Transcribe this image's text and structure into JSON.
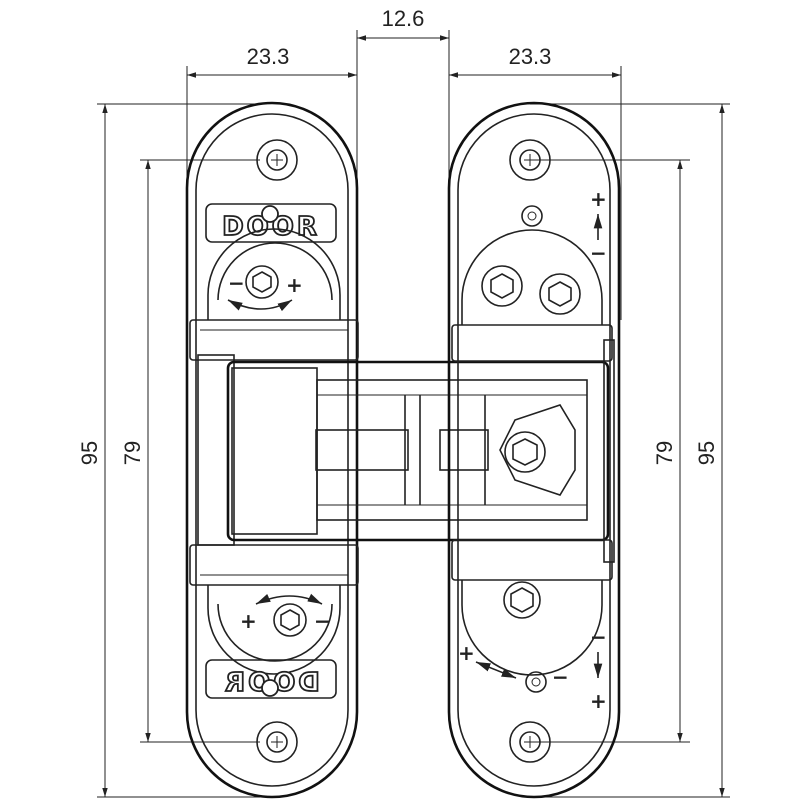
{
  "dimensions": {
    "gap_width": "12.6",
    "left_leaf_width": "23.3",
    "right_leaf_width": "23.3",
    "left_overall_height": "95",
    "left_hole_spacing": "79",
    "right_hole_spacing": "79",
    "right_overall_height": "95"
  },
  "labels": {
    "logo_top": "DOOR",
    "logo_bottom": "DOOR",
    "plus": "+",
    "minus": "−"
  },
  "colors": {
    "line": "#222222",
    "background": "#ffffff"
  }
}
